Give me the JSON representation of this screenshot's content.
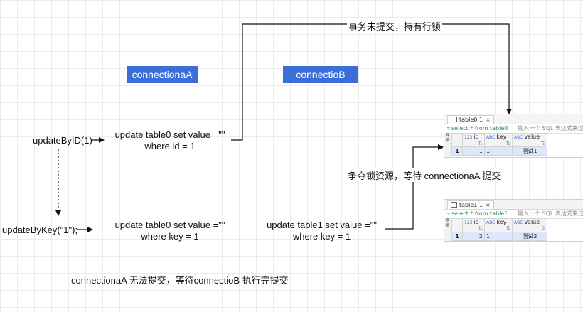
{
  "labels": {
    "top_note": "事务未提交，持有行锁",
    "conn_a": "connectionaA",
    "conn_b": "connectioB",
    "update_by_id": "updateByID(1)",
    "sql_a1_line1": "update table0 set value =\"\"",
    "sql_a1_line2": "where id = 1",
    "compete_note": "争夺锁资源，等待 connectionaA 提交",
    "update_by_key": "updateByKey(\"1\");",
    "sql_a2_line1": "update table0 set value =\"\"",
    "sql_a2_line2": "where key = 1",
    "sql_b_line1": "update table1 set value =\"\"",
    "sql_b_line2": "where key = 1",
    "bottom_note": "connectionaA 无法提交，等待connectioB 执行完提交"
  },
  "colors": {
    "accent": "#3b6fd8"
  },
  "panels": [
    {
      "tab": "table0 1",
      "close": "×",
      "query": "select * from table0",
      "hint": "输入一个 SQL 表达式来过滤",
      "side": "网格",
      "columns": [
        {
          "type": "123",
          "name": "id"
        },
        {
          "type": "ABC",
          "name": "key"
        },
        {
          "type": "ABC",
          "name": "value"
        }
      ],
      "rows": [
        {
          "num": "1",
          "id": "1",
          "key": "1",
          "value": "测试1"
        }
      ]
    },
    {
      "tab": "table1 1",
      "close": "×",
      "query": "select * from table1",
      "hint": "输入一个 SQL 表达式来过滤",
      "side": "网格",
      "columns": [
        {
          "type": "123",
          "name": "id"
        },
        {
          "type": "ABC",
          "name": "key"
        },
        {
          "type": "ABC",
          "name": "value"
        }
      ],
      "rows": [
        {
          "num": "1",
          "id": "2",
          "key": "1",
          "value": "测试2"
        }
      ]
    }
  ]
}
